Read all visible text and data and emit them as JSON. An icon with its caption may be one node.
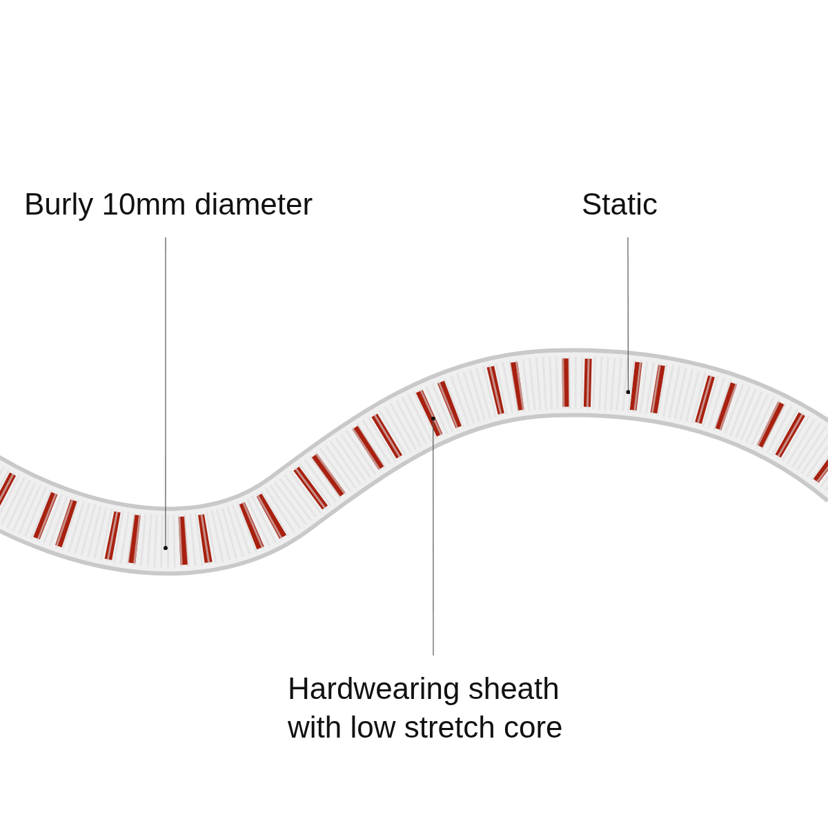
{
  "diagram": {
    "nodes": [
      {
        "text": [
          "Burly 10mm diameter"
        ]
      },
      {
        "text": [
          "Static"
        ]
      },
      {
        "text": [
          "Hardwearing sheath with low stretch core"
        ]
      },
      {
        "text": [],
        "shape": "picture"
      }
    ],
    "edges": [
      {
        "from": 0,
        "to": 3,
        "arrow": "other"
      },
      {
        "from": 1,
        "to": 3,
        "arrow": "other"
      },
      {
        "from": 2,
        "to": 3,
        "arrow": "other"
      }
    ]
  }
}
